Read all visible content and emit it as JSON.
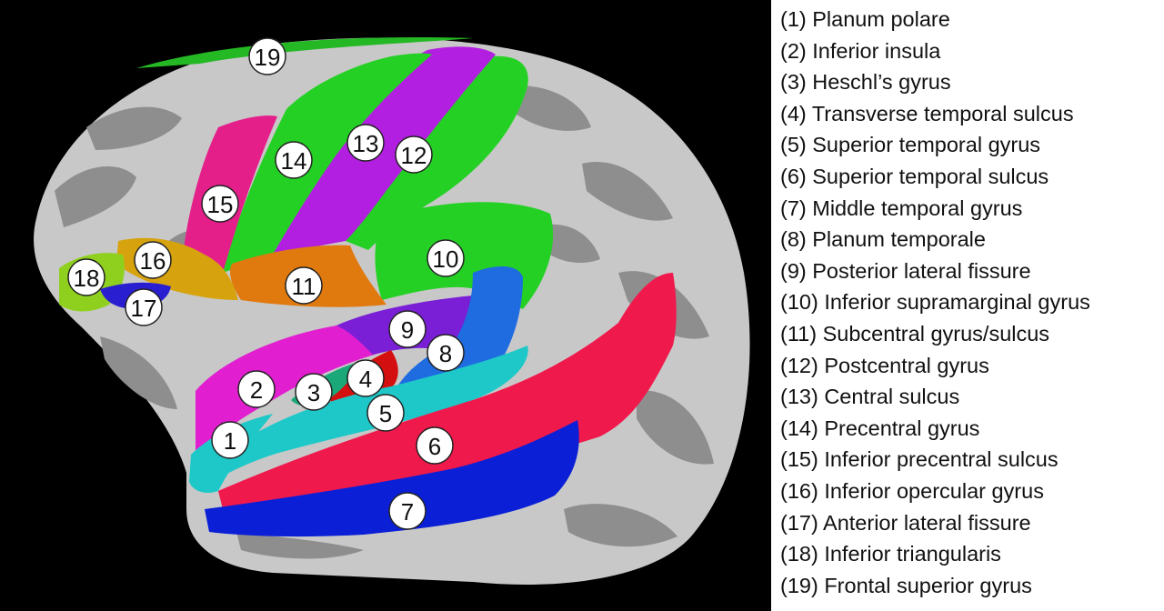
{
  "regions": [
    {
      "num": "1",
      "name": "Planum polare",
      "color": "#1fc8c8"
    },
    {
      "num": "2",
      "name": "Inferior insula",
      "color": "#e21fd0"
    },
    {
      "num": "3",
      "name": "Heschl’s gyrus",
      "color": "#1aa878"
    },
    {
      "num": "4",
      "name": "Transverse temporal sulcus",
      "color": "#d40f0f"
    },
    {
      "num": "5",
      "name": "Superior temporal gyrus",
      "color": "#1fc8c8"
    },
    {
      "num": "6",
      "name": "Superior temporal sulcus",
      "color": "#f0194c"
    },
    {
      "num": "7",
      "name": "Middle temporal gyrus",
      "color": "#0a1fd6"
    },
    {
      "num": "8",
      "name": "Planum temporale",
      "color": "#1f6be0"
    },
    {
      "num": "9",
      "name": "Posterior lateral fissure",
      "color": "#7a1fd6"
    },
    {
      "num": "10",
      "name": "Inferior supramarginal gyrus",
      "color": "#25d025"
    },
    {
      "num": "11",
      "name": "Subcentral gyrus/sulcus",
      "color": "#e07a0f"
    },
    {
      "num": "12",
      "name": "Postcentral gyrus",
      "color": "#25d025"
    },
    {
      "num": "13",
      "name": "Central sulcus",
      "color": "#b21fe0"
    },
    {
      "num": "14",
      "name": "Precentral gyrus",
      "color": "#25d025"
    },
    {
      "num": "15",
      "name": "Inferior precentral sulcus",
      "color": "#e51f8a"
    },
    {
      "num": "16",
      "name": "Inferior opercular gyrus",
      "color": "#d6a30f"
    },
    {
      "num": "17",
      "name": "Anterior lateral fissure",
      "color": "#2a1fd0"
    },
    {
      "num": "18",
      "name": "Inferior triangularis",
      "color": "#8fd01f"
    },
    {
      "num": "19",
      "name": "Frontal superior gyrus",
      "color": "#25b825"
    }
  ],
  "legend": [
    "(1)  Planum polare",
    "(2)  Inferior insula",
    "(3)  Heschl’s gyrus",
    "(4)  Transverse temporal sulcus",
    "(5)  Superior temporal gyrus",
    "(6)  Superior temporal sulcus",
    "(7)  Middle temporal gyrus",
    "(8)  Planum temporale",
    "(9)  Posterior lateral fissure",
    "(10) Inferior supramarginal gyrus",
    "(11) Subcentral gyrus/sulcus",
    "(12) Postcentral gyrus",
    "(13) Central sulcus",
    "(14) Precentral gyrus",
    "(15) Inferior precentral sulcus",
    "(16) Inferior opercular gyrus",
    "(17) Anterior lateral fissure",
    "(18) Inferior triangularis",
    "(19) Frontal superior gyrus"
  ]
}
